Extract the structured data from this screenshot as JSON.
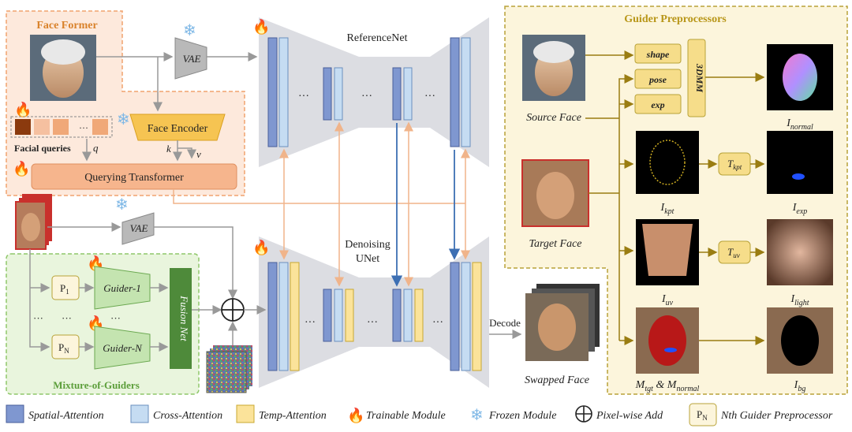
{
  "face_former": {
    "title": "Face Former",
    "vae": "VAE",
    "face_encoder": "Face Encoder",
    "facial_queries": "Facial queries",
    "q": "q",
    "k": "k",
    "v": "v",
    "querying_transformer": "Querying Transformer",
    "dots": "···"
  },
  "reference_net": {
    "title": "ReferenceNet",
    "dots": "···"
  },
  "denoising_unet": {
    "title_line1": "Denoising",
    "title_line2": "UNet",
    "dots": "···"
  },
  "mixture_of_guiders": {
    "title": "Mixture-of-Guiders",
    "vae": "VAE",
    "p1_main": "P",
    "p1_sub": "1",
    "pn_main": "P",
    "pn_sub": "N",
    "guider_1": "Guider-1",
    "guider_n": "Guider-N",
    "fusion_net": "Fusion Net",
    "dots": "···"
  },
  "decode": "Decode",
  "swapped_face": "Swapped Face",
  "guider_preprocessors": {
    "title": "Guider Preprocessors",
    "source_face": "Source Face",
    "target_face": "Target Face",
    "shape": "shape",
    "pose": "pose",
    "exp": "exp",
    "tdmm": "3DMM",
    "t_kpt_main": "T",
    "t_kpt_sub": "kpt",
    "t_uv_main": "T",
    "t_uv_sub": "uv",
    "i_normal_main": "I",
    "i_normal_sub": "normal",
    "i_kpt_main": "I",
    "i_kpt_sub": "kpt",
    "i_exp_main": "I",
    "i_exp_sub": "exp",
    "i_uv_main": "I",
    "i_uv_sub": "uv",
    "i_light_main": "I",
    "i_light_sub": "light",
    "m_main": "M",
    "m_tgt_sub": "tgt",
    "m_and": " & M",
    "m_normal_sub": "normal",
    "i_bg_main": "I",
    "i_bg_sub": "bg"
  },
  "legend": {
    "spatial": "Spatial-Attention",
    "cross": "Cross-Attention",
    "temp": "Temp-Attention",
    "trainable": "Trainable Module",
    "frozen": "Frozen Module",
    "pixel_add": "Pixel-wise Add",
    "pn_main": "P",
    "pn_sub": "N",
    "nth": "Nth Guider Preprocessor"
  },
  "colors": {
    "spatial": "#7f97d0",
    "cross": "#c5dcf2",
    "temp": "#fbe39a",
    "face_former_bg": "#fde9dc",
    "face_former_border": "#f1a36f",
    "mog_bg": "#e9f5dd",
    "mog_border": "#8fc76a",
    "guider_bg": "#fcf5dc",
    "guider_border": "#b8a238",
    "gold_arrow": "#9a7d12",
    "orange_arrow": "#f0b48a",
    "blue_arrow": "#3d6fb3",
    "fusion": "#4e8a3a",
    "unet_gray": "#dcdde2"
  }
}
